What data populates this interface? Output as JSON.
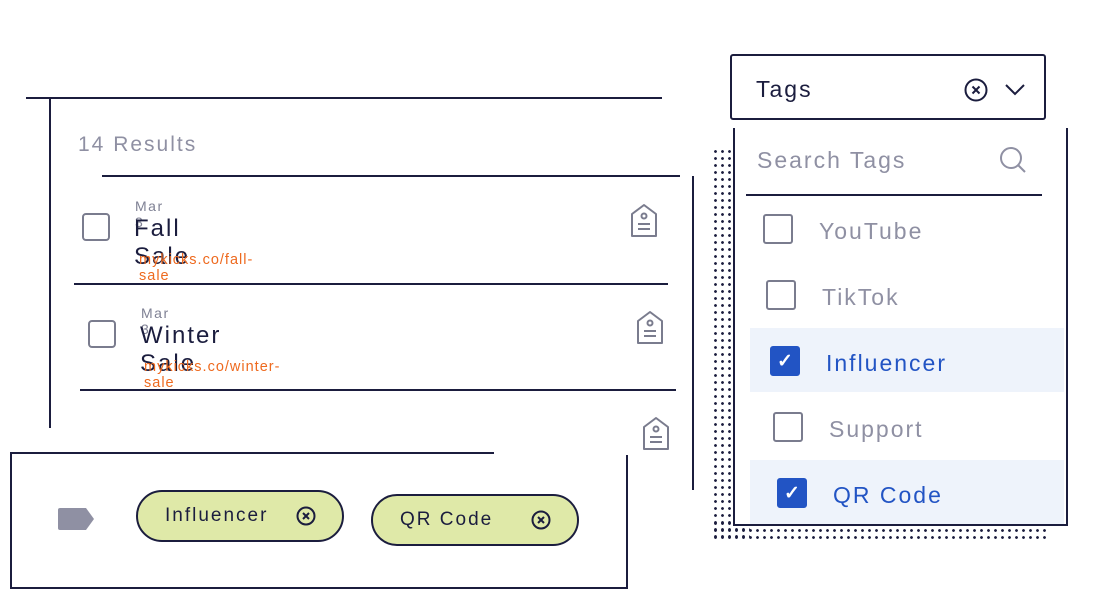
{
  "results": {
    "count_label": "14 Results",
    "items": [
      {
        "date": "Mar 3",
        "title": "Fall Sale",
        "link": "mykicks.co/fall-sale"
      },
      {
        "date": "Mar 3",
        "title": "Winter Sale",
        "link": "mykicks.co/winter-sale"
      }
    ]
  },
  "tags_dropdown": {
    "label": "Tags",
    "search_placeholder": "Search Tags",
    "options": [
      {
        "label": "YouTube",
        "checked": false
      },
      {
        "label": "TikTok",
        "checked": false
      },
      {
        "label": "Influencer",
        "checked": true
      },
      {
        "label": "Support",
        "checked": false
      },
      {
        "label": "QR Code",
        "checked": true
      }
    ]
  },
  "filter_bar": {
    "chips": [
      {
        "label": "Influencer"
      },
      {
        "label": "QR Code"
      }
    ]
  },
  "colors": {
    "ink": "#1b1d3e",
    "muted": "#8f90a3",
    "link": "#ee6a1f",
    "accent": "#2254c4",
    "chip": "#dfe9a8"
  },
  "icons": [
    "tag-icon",
    "clear-icon",
    "chevron-down-icon",
    "search-icon",
    "check-icon",
    "label-icon",
    "remove-chip-icon"
  ]
}
